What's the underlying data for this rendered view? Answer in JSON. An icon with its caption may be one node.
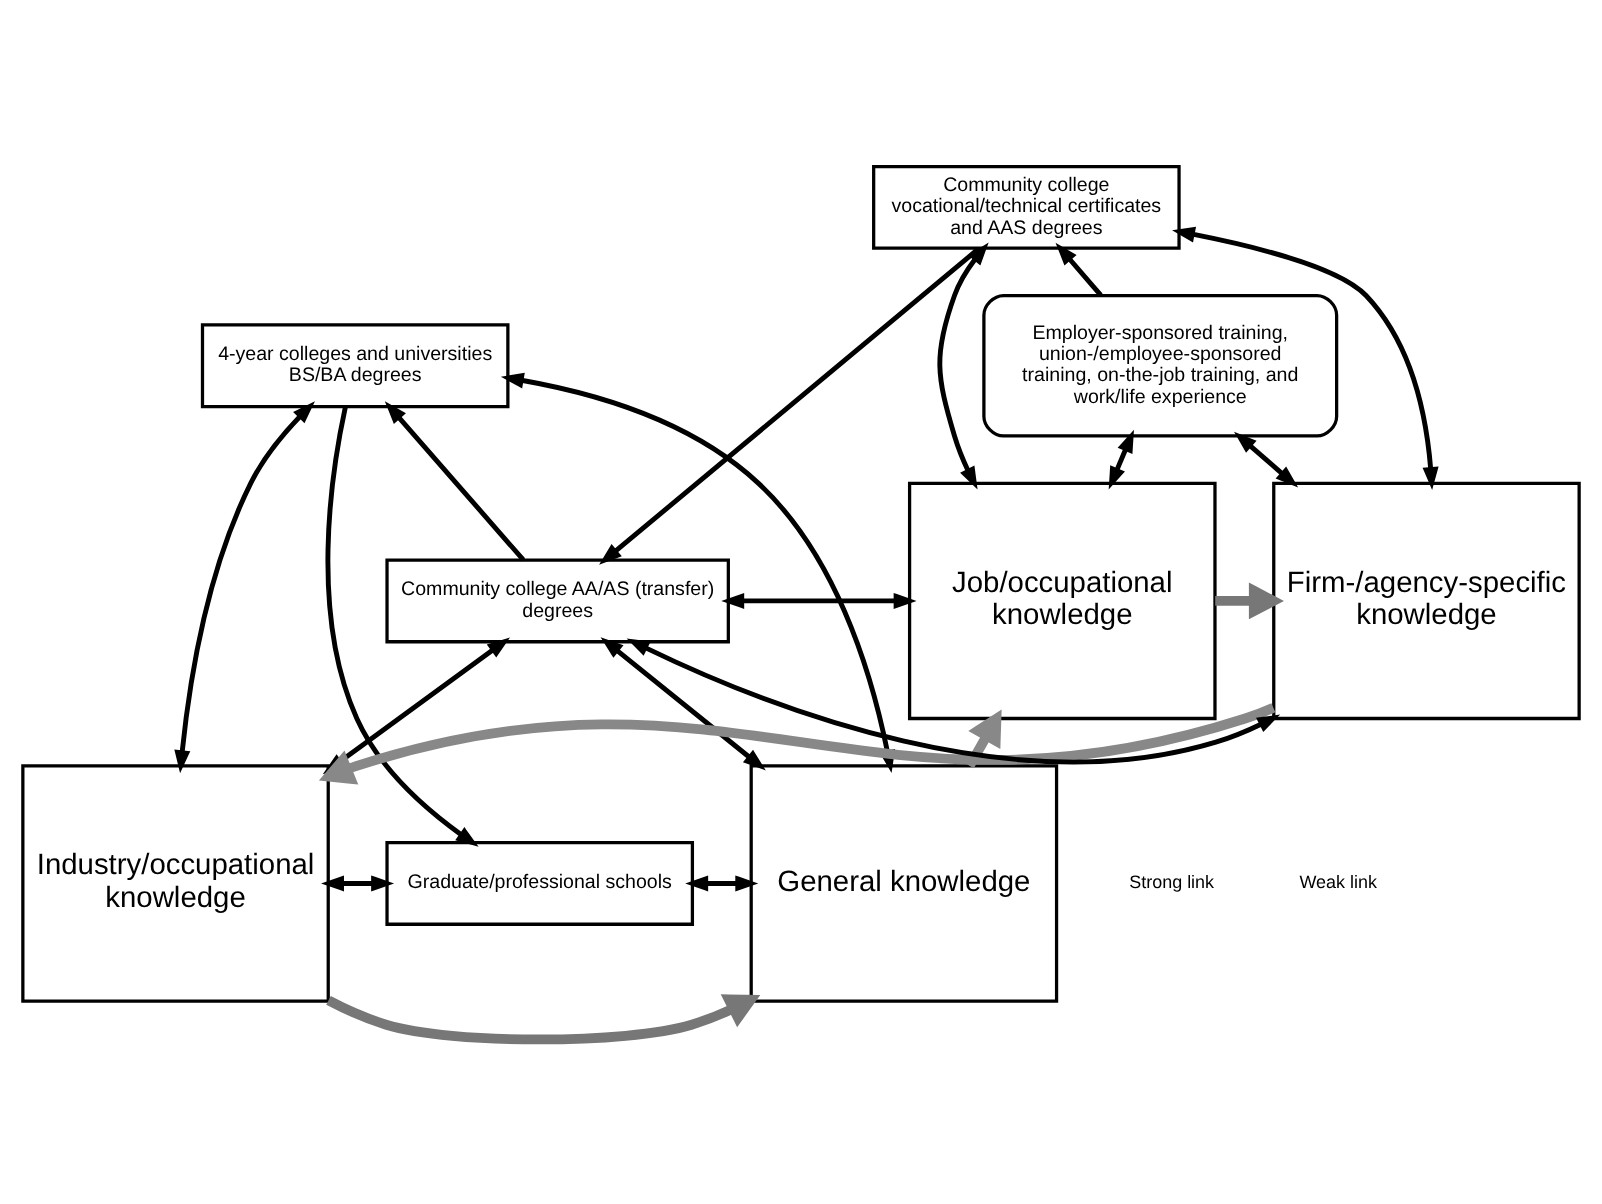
{
  "diagram": {
    "nodes": [
      {
        "text": [
          "Industry/occupational knowledge"
        ]
      },
      {
        "text": [
          "Graduate/professional schools"
        ]
      },
      {
        "text": [
          "General knowledge"
        ]
      },
      {
        "text": [
          "4-year colleges and universities BS/BA degrees"
        ]
      },
      {
        "text": [
          "Community college AA/AS (transfer) degrees"
        ]
      },
      {
        "text": [
          "Firm-/agency-specific knowledge"
        ]
      },
      {
        "text": [
          "Community college vocational/technical certificates and AAS degrees"
        ]
      },
      {
        "text": [
          "Job/occupational knowledge"
        ]
      },
      {
        "text": [
          "Employer-sponsored training, union-/employee-sponsored training, on-the-job training, and work/life experience"
        ]
      }
    ],
    "edges": [
      {
        "from": 0,
        "to": 1,
        "arrow": "both"
      },
      {
        "from": 1,
        "to": 2,
        "arrow": "both"
      },
      {
        "from": 0,
        "to": 3,
        "arrow": "both"
      },
      {
        "from": 3,
        "to": 2,
        "arrow": "both"
      },
      {
        "from": 0,
        "to": 4,
        "arrow": "both"
      },
      {
        "from": 4,
        "to": 2,
        "arrow": "both"
      },
      {
        "from": 5,
        "to": 4,
        "arrow": "both"
      },
      {
        "from": 4,
        "to": 7,
        "arrow": "both"
      },
      {
        "from": 5,
        "to": 6,
        "arrow": "both"
      },
      {
        "from": 6,
        "to": 7,
        "arrow": "both"
      },
      {
        "from": 5,
        "to": 8,
        "arrow": "both"
      },
      {
        "from": 8,
        "to": 7,
        "arrow": "both"
      },
      {
        "from": 3,
        "to": 1,
        "arrow": "to"
      },
      {
        "from": 4,
        "to": 3,
        "arrow": "to"
      },
      {
        "from": 6,
        "to": 4,
        "arrow": "to"
      },
      {
        "from": 8,
        "to": 6,
        "arrow": "to"
      },
      {
        "from": 5,
        "to": 0,
        "arrow": "to",
        "style": "thick",
        "color": "#888888"
      },
      {
        "from": 2,
        "to": 7,
        "arrow": "to",
        "style": "thick",
        "color": "#888888"
      },
      {
        "from": 0,
        "to": 2,
        "arrow": "to",
        "style": "thick",
        "color": "#777777"
      },
      {
        "from": 7,
        "to": 5,
        "arrow": "to",
        "style": "thick",
        "color": "#777777"
      }
    ],
    "legend": [
      {
        "text": "Strong link"
      },
      {
        "text": "Weak link"
      }
    ]
  }
}
